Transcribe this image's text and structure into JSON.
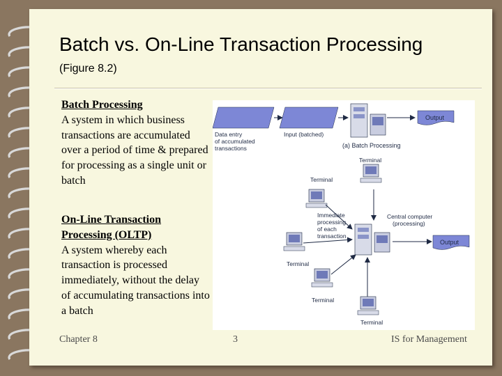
{
  "slide": {
    "title": "Batch vs. On-Line Transaction Processing",
    "subtitle": "(Figure 8.2)"
  },
  "batch": {
    "heading": "Batch Processing",
    "body": "A system in which business transactions are accumulated over a period of time & prepared for processing as a single unit or batch"
  },
  "oltp": {
    "heading": "On-Line Transaction Processing (OLTP)",
    "body": "A system whereby each transaction is processed immediately, without the delay of accumulating transactions into a batch"
  },
  "figure": {
    "data_entry": [
      "Data entry",
      "of accumulated",
      "transactions"
    ],
    "input_label": "Input (batched)",
    "batch_label": "(a) Batch Processing",
    "output_top": "Output",
    "terminal": "Terminal",
    "immediate": [
      "Immediate",
      "processing",
      "of each",
      "transaction"
    ],
    "central": [
      "Central computer",
      "(processing)"
    ],
    "output_bottom": "Output",
    "colors": {
      "accent": "#7d87d6",
      "line": "#1f2a44",
      "background": "#ffffff"
    }
  },
  "footer": {
    "chapter": "Chapter 8",
    "page": "3",
    "course": "IS for Management"
  }
}
